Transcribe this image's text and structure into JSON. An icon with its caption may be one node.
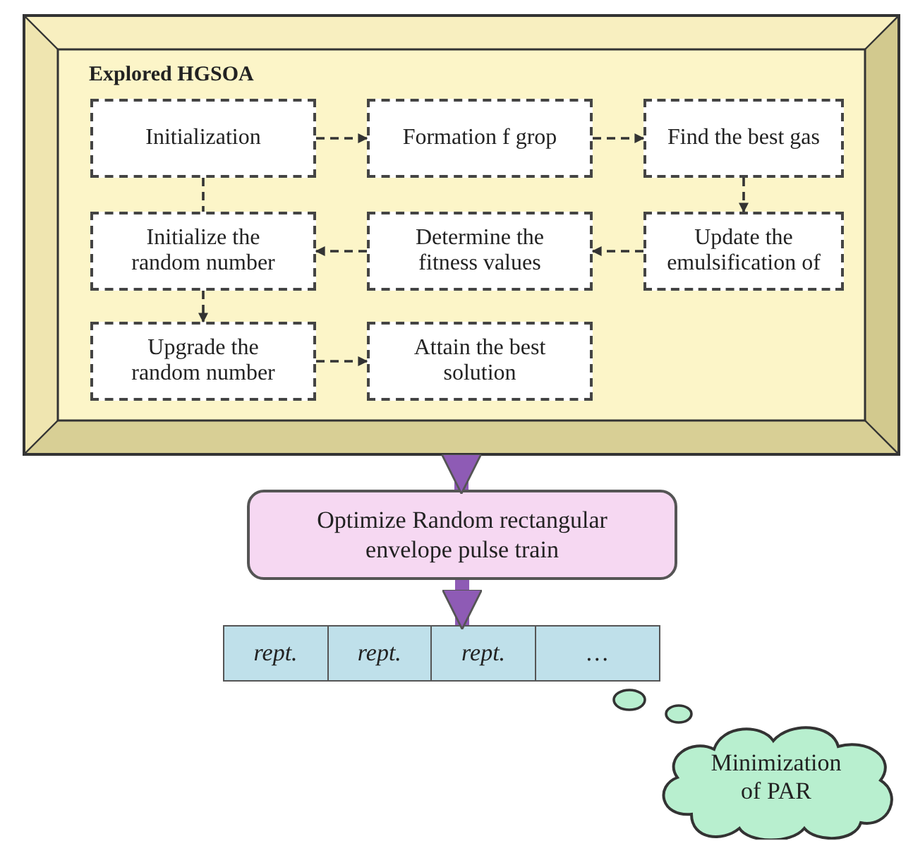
{
  "diagram": {
    "nodes": [
      {
        "text": [
          "Explored HGSOA"
        ]
      },
      {
        "text": [
          "Initialization"
        ],
        "in": 0
      },
      {
        "text": [
          "Formation f grop"
        ],
        "in": 0
      },
      {
        "text": [
          "Find the best gas"
        ],
        "in": 0
      },
      {
        "text": [
          "Update the emulsification of"
        ],
        "in": 0
      },
      {
        "text": [
          "Determine the fitness values"
        ],
        "in": 0
      },
      {
        "text": [
          "Initialize the random number"
        ],
        "in": 0
      },
      {
        "text": [
          "Upgrade the random number"
        ],
        "in": 0
      },
      {
        "text": [
          "Attain the best solution"
        ],
        "in": 0
      },
      {
        "text": [
          "Optimize Random rectangular envelope pulse train"
        ]
      },
      {
        "text": [
          "rept.",
          "rept.",
          "rept.",
          "…"
        ]
      },
      {
        "text": [
          "Minimization of PAR"
        ]
      }
    ],
    "edges": [
      {
        "from": 1,
        "to": 2,
        "arrow": "to",
        "style": "dashed"
      },
      {
        "from": 2,
        "to": 3,
        "arrow": "to",
        "style": "dashed"
      },
      {
        "from": 3,
        "to": 4,
        "arrow": "to",
        "style": "dashed"
      },
      {
        "from": 4,
        "to": 5,
        "arrow": "to",
        "style": "dashed"
      },
      {
        "from": 5,
        "to": 6,
        "arrow": "to",
        "style": "dashed"
      },
      {
        "from": 1,
        "to": 6,
        "arrow": "none",
        "style": "dashed"
      },
      {
        "from": 6,
        "to": 7,
        "arrow": "to",
        "style": "dashed"
      },
      {
        "from": 7,
        "to": 8,
        "arrow": "to",
        "style": "dashed"
      },
      {
        "from": 0,
        "to": 9,
        "arrow": "to",
        "style": "thick",
        "color": "#8e5bb5"
      },
      {
        "from": 9,
        "to": 10,
        "arrow": "to",
        "style": "thick",
        "color": "#8e5bb5"
      }
    ]
  }
}
